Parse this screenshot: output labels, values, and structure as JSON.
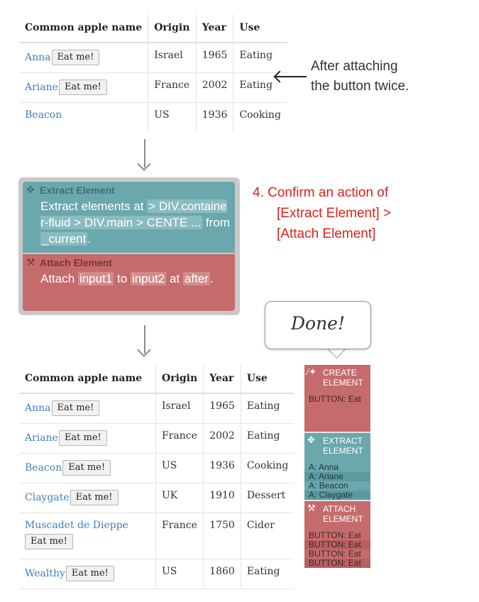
{
  "table_top": {
    "headers": [
      "Common apple name",
      "Origin",
      "Year",
      "Use"
    ],
    "rows": [
      {
        "name": "Anna",
        "button": "Eat me!",
        "origin": "Israel",
        "year": "1965",
        "use": "Eating"
      },
      {
        "name": "Ariane",
        "button": "Eat me!",
        "origin": "France",
        "year": "2002",
        "use": "Eating"
      },
      {
        "name": "Beacon",
        "button": "",
        "origin": "US",
        "year": "1936",
        "use": "Cooking"
      }
    ]
  },
  "callout": {
    "line1": "After attaching",
    "line2": "the button twice."
  },
  "action_card": {
    "extract_title": "Extract Element",
    "extract_text_1": "Extract elements at",
    "extract_chip_1": "> DIV.container-fluid > DIV.main > CENTE ...",
    "extract_text_2": "from",
    "extract_chip_2": "_current",
    "extract_tail": ".",
    "attach_title": "Attach Element",
    "attach_text_1": "Attach",
    "attach_chip_1": "input1",
    "attach_text_2": "to",
    "attach_chip_2": "input2",
    "attach_text_3": "at",
    "attach_chip_3": "after",
    "attach_tail": "."
  },
  "step_note": {
    "line1": "4. Confirm an action of",
    "line2": "[Extract Element] >",
    "line3": "[Attach Element]"
  },
  "table_bottom": {
    "headers": [
      "Common apple name",
      "Origin",
      "Year",
      "Use"
    ],
    "rows": [
      {
        "name": "Anna",
        "button": "Eat me!",
        "origin": "Israel",
        "year": "1965",
        "use": "Eating"
      },
      {
        "name": "Ariane",
        "button": "Eat me!",
        "origin": "France",
        "year": "2002",
        "use": "Eating"
      },
      {
        "name": "Beacon",
        "button": "Eat me!",
        "origin": "US",
        "year": "1936",
        "use": "Cooking"
      },
      {
        "name": "Claygate",
        "button": "Eat me!",
        "origin": "UK",
        "year": "1910",
        "use": "Dessert"
      },
      {
        "name": "Muscadet de Dieppe",
        "button": "Eat me!",
        "origin": "France",
        "year": "1750",
        "use": "Cider"
      },
      {
        "name": "Wealthy",
        "button": "Eat me!",
        "origin": "US",
        "year": "1860",
        "use": "Eating"
      }
    ]
  },
  "done_bubble": "Done!",
  "side_panel": {
    "create": {
      "label_1": "CREATE",
      "label_2": "ELEMENT",
      "icon": "wand-icon",
      "rows": [
        "BUTTON: Eat"
      ]
    },
    "extract": {
      "label_1": "EXTRACT",
      "label_2": "ELEMENT",
      "icon": "crosshair-icon",
      "rows": [
        "A: Anna",
        "A: Ariane",
        "A: Beacon",
        "A: Claygate"
      ]
    },
    "attach": {
      "label_1": "ATTACH",
      "label_2": "ELEMENT",
      "icon": "hammer-icon",
      "rows": [
        "BUTTON: Eat",
        "BUTTON: Eat",
        "BUTTON: Eat",
        "BUTTON: Eat"
      ]
    }
  },
  "colors": {
    "extract_teal": "#6aa8ad",
    "attach_red": "#c66b6b",
    "note_red": "#e0201b",
    "link_blue": "#3f7fbf"
  }
}
